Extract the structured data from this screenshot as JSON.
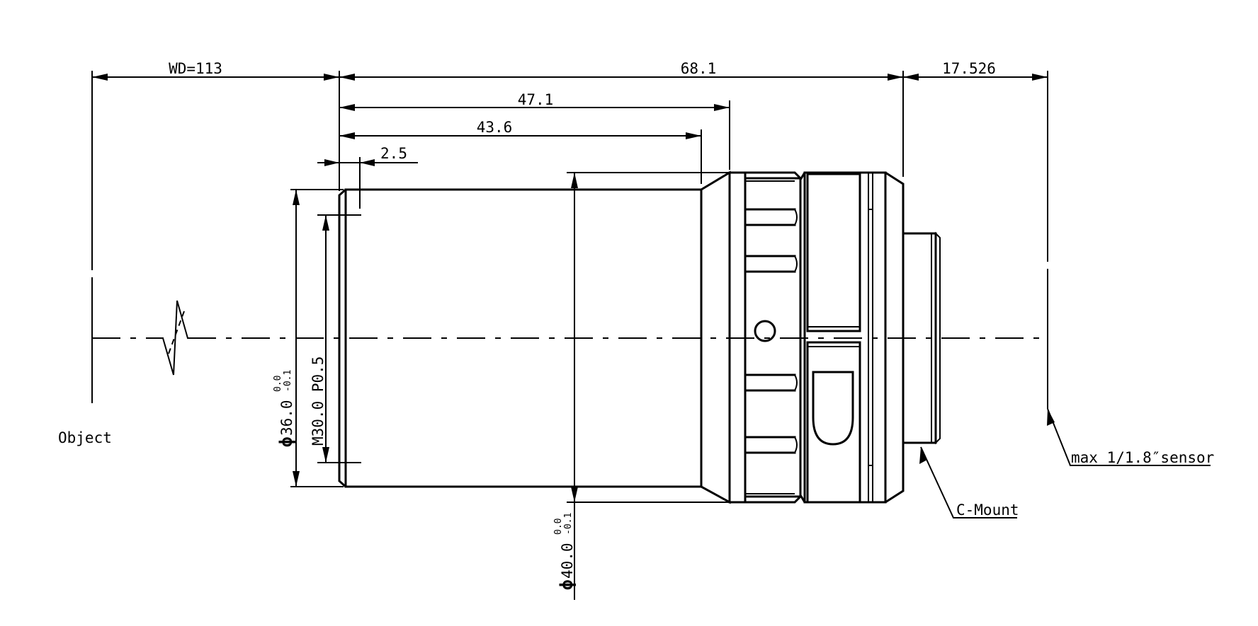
{
  "dimensions": {
    "working_distance": "WD=113",
    "overall_length": "68.1",
    "back_focal": "17.526",
    "length_a": "47.1",
    "length_b": "43.6",
    "offset": "2.5",
    "diameter_front": "36.0",
    "thread": "M30.0 P0.5",
    "diameter_body": "40.0",
    "tol_upper": "0.0",
    "tol_lower": "-0.1",
    "diameter_symbol": "ϕ"
  },
  "labels": {
    "object": "Object",
    "mount": "C-Mount",
    "sensor": "max 1/1.8″sensor"
  }
}
